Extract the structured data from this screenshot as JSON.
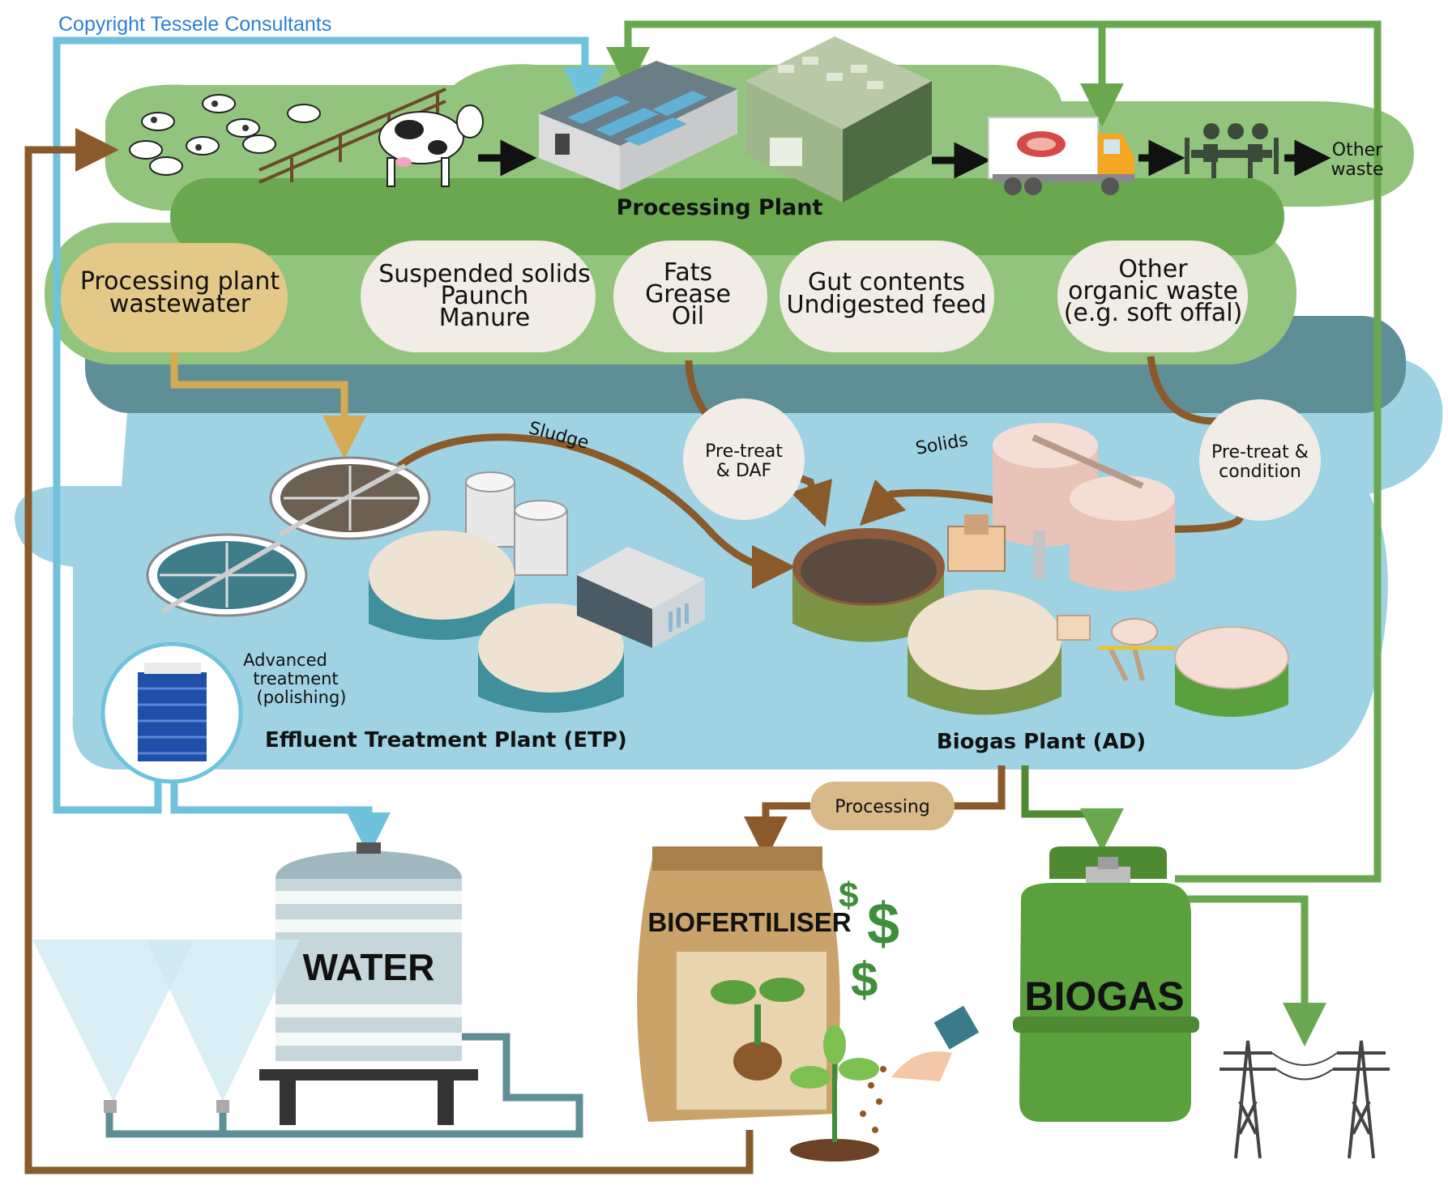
{
  "copyright": "Copyright Tessele Consultants",
  "top_chain": {
    "processing_plant_label": "Processing Plant",
    "other_waste_line1": "Other",
    "other_waste_line2": "waste"
  },
  "waste_streams": {
    "wastewater": [
      "Processing plant",
      "wastewater"
    ],
    "suspended": [
      "Suspended solids",
      "Paunch",
      "Manure"
    ],
    "fats": [
      "Fats",
      "Grease",
      "Oil"
    ],
    "gut": [
      "Gut contents",
      "Undigested feed"
    ],
    "other_organic": [
      "Other",
      "organic waste",
      "(e.g. soft offal)"
    ]
  },
  "pretreat": {
    "daf": [
      "Pre-treat",
      "& DAF"
    ],
    "condition": [
      "Pre-treat &",
      "condition"
    ]
  },
  "flows": {
    "sludge": "Sludge",
    "solids": "Solids",
    "processing": "Processing"
  },
  "plants": {
    "etp_label": "Effluent Treatment Plant (ETP)",
    "ad_label": "Biogas Plant (AD)",
    "advanced": [
      "Advanced",
      "treatment",
      "(polishing)"
    ]
  },
  "outputs": {
    "water": "WATER",
    "biofertiliser": "BIOFERTILISER",
    "biogas": "BIOGAS",
    "dollar": "$"
  },
  "colors": {
    "green_dark": "#6aa84f",
    "green_light": "#93c47d",
    "teal_dark": "#5f8f96",
    "blue_light": "#9fd3e3",
    "blue_line": "#6fc2db",
    "brown_line": "#8b5a2b",
    "gold_line": "#d4aa55",
    "pill": "#f1ece6",
    "pill_gold": "#e3c888",
    "biogas_green": "#5aa03c",
    "bag": "#d9b98a"
  }
}
